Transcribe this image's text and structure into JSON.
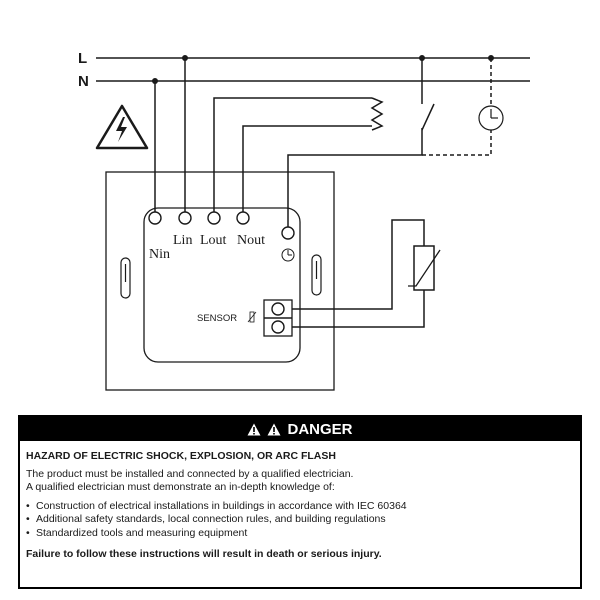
{
  "diagram": {
    "line_label": "L",
    "neutral_label": "N",
    "terminals": {
      "nin": "Nin",
      "lin": "Lin",
      "lout": "Lout",
      "nout": "Nout"
    },
    "sensor_label": "SENSOR",
    "icons": [
      "high-voltage-warning-icon",
      "clock-icon",
      "thermistor-sensor-icon",
      "switch-icon",
      "heater-resistor-icon"
    ]
  },
  "danger": {
    "title": "DANGER",
    "hazard": "HAZARD OF ELECTRIC SHOCK, EXPLOSION, OR ARC FLASH",
    "intro_1": "The product must be installed and connected by a qualified electrician.",
    "intro_2": "A qualified electrician must demonstrate an in-depth knowledge of:",
    "items": [
      "Construction of electrical installations in buildings in accordance with IEC 60364",
      "Additional safety standards, local connection rules, and building regulations",
      "Standardized tools and measuring equipment"
    ],
    "failure": "Failure to follow these instructions will result in death or serious injury.",
    "colors": {
      "header_bg": "#000000",
      "header_text": "#ffffff"
    }
  }
}
